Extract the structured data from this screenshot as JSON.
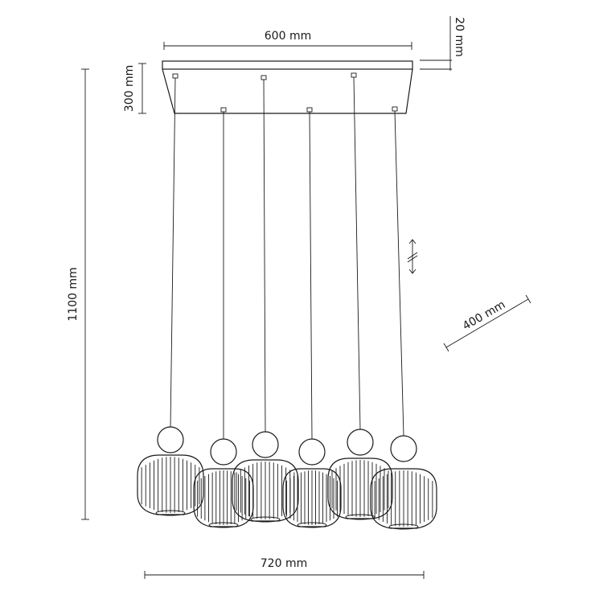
{
  "dimensions": {
    "canopy_width": "600 mm",
    "canopy_height": "20 mm",
    "canopy_depth": "300 mm",
    "total_height": "1100 mm",
    "depth": "400 mm",
    "total_width": "720 mm"
  },
  "line_color": "#1a1a1a",
  "pendant_count": 6
}
